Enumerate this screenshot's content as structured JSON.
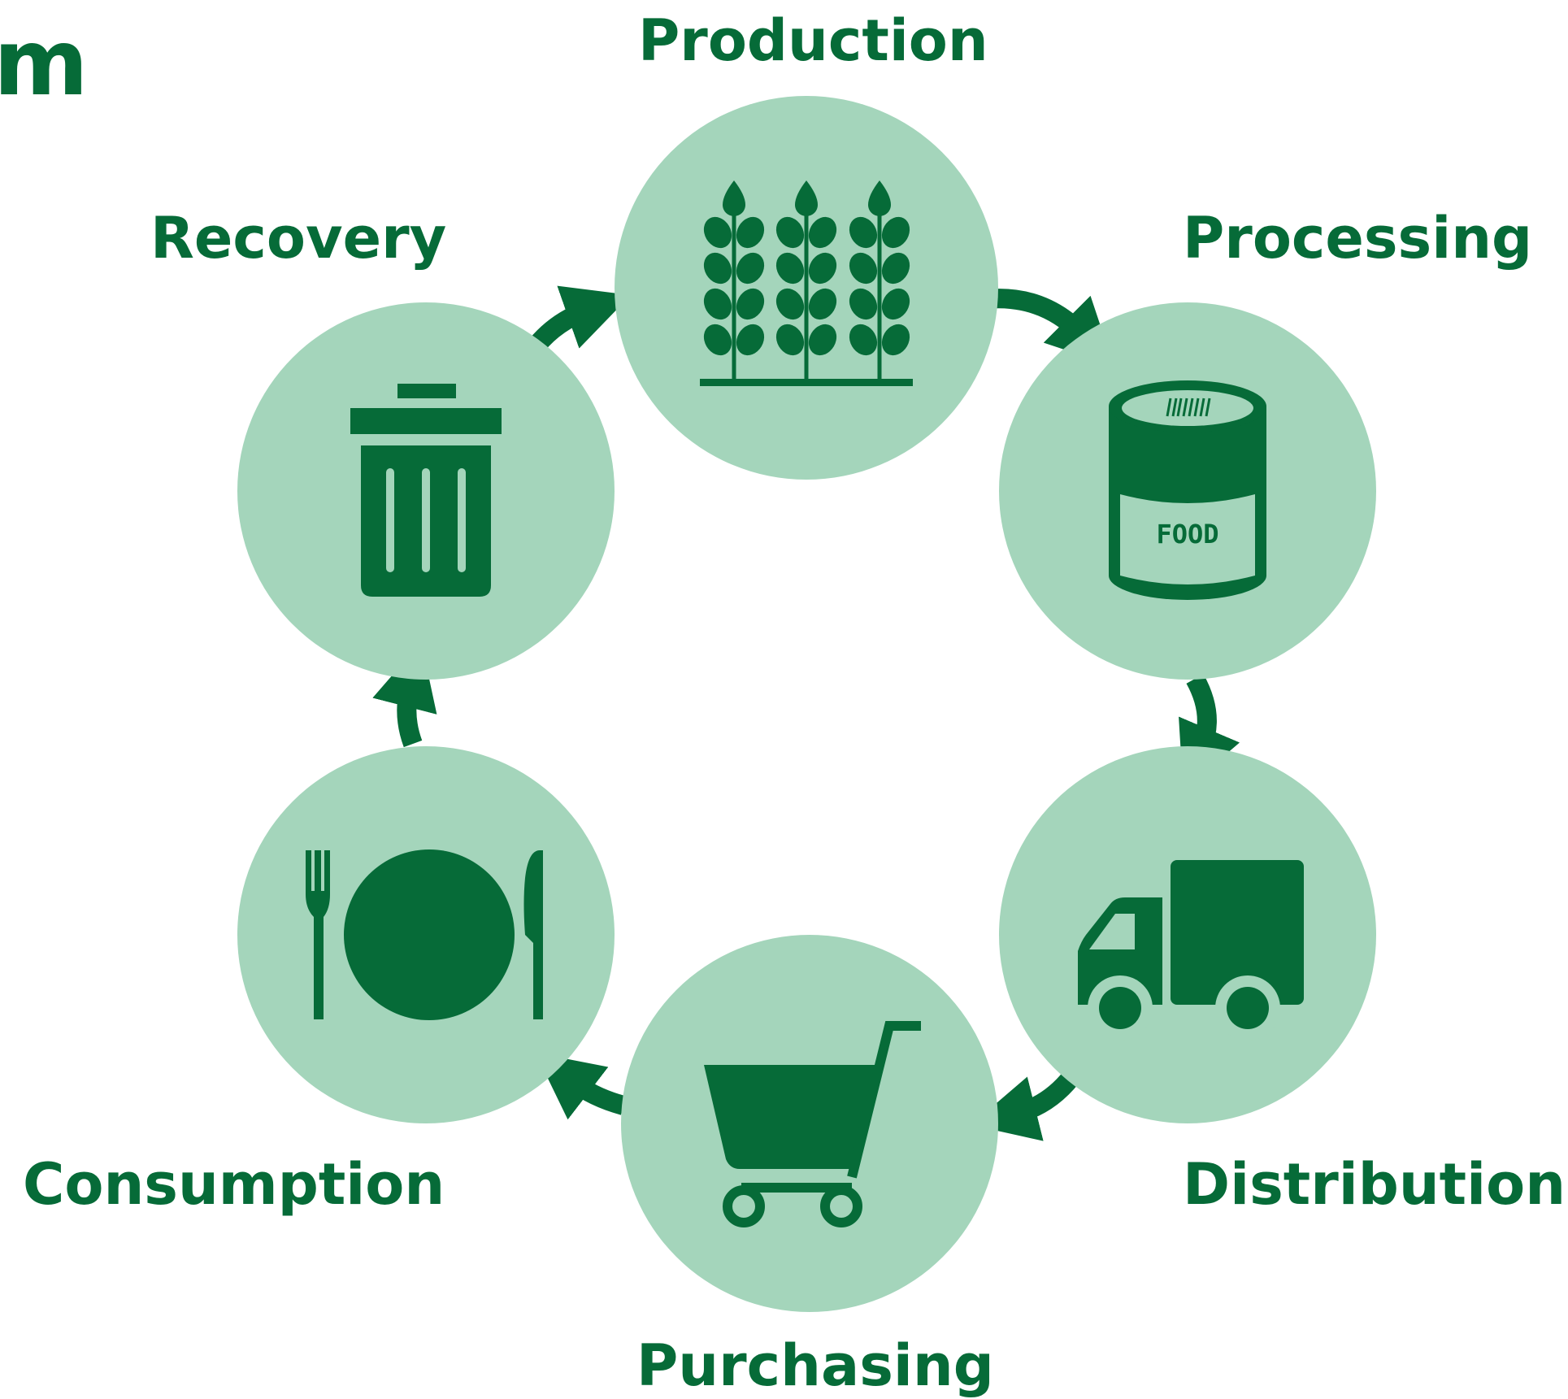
{
  "title_fragment": "m",
  "stages": [
    {
      "id": "production",
      "label": "Production",
      "icon": "wheat-icon"
    },
    {
      "id": "processing",
      "label": "Processing",
      "icon": "food-can-icon",
      "icon_text": "FOOD"
    },
    {
      "id": "distribution",
      "label": "Distribution",
      "icon": "truck-icon"
    },
    {
      "id": "purchasing",
      "label": "Purchasing",
      "icon": "shopping-cart-icon"
    },
    {
      "id": "consumption",
      "label": "Consumption",
      "icon": "plate-cutlery-icon"
    },
    {
      "id": "recovery",
      "label": "Recovery",
      "icon": "trash-can-icon"
    }
  ],
  "colors": {
    "dark_green": "#066b38",
    "light_green": "#a4d5bb",
    "background": "#ffffff"
  }
}
